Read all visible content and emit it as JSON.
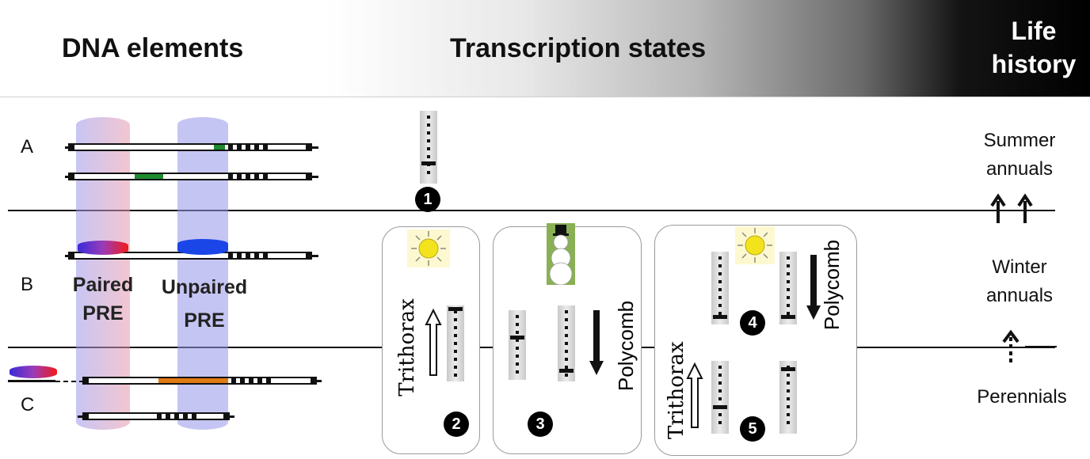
{
  "header": {
    "dna_elements": "DNA elements",
    "transcription_states": "Transcription states",
    "life_history_line1": "Life",
    "life_history_line2": "history"
  },
  "rows": {
    "a": "A",
    "b": "B",
    "c": "C"
  },
  "pre": {
    "paired_line1": "Paired",
    "paired_line2": "PRE",
    "unpaired_line1": "Unpaired",
    "unpaired_line2": "PRE"
  },
  "life_history": {
    "summer_line1": "Summer",
    "summer_line2": "annuals",
    "winter_line1": "Winter",
    "winter_line2": "annuals",
    "perennials": "Perennials"
  },
  "labels": {
    "trithorax_2": "Trithorax",
    "polycomb_3": "Polycomb",
    "polycomb_4": "Polycomb",
    "trithorax_5": "Trithorax"
  },
  "steps": {
    "s1": "1",
    "s2": "2",
    "s3": "3",
    "s4": "4",
    "s5": "5"
  },
  "colors": {
    "green_region": "#1f8a2e",
    "orange_region": "#e07a12",
    "pre_blue": "#1a46e8",
    "pre_red": "#e8321a",
    "sun": "#f2e31c"
  },
  "icons": [
    "sun-icon",
    "snowman-icon",
    "up-arrow-icon",
    "down-arrow-icon",
    "dashed-up-arrow-icon"
  ]
}
